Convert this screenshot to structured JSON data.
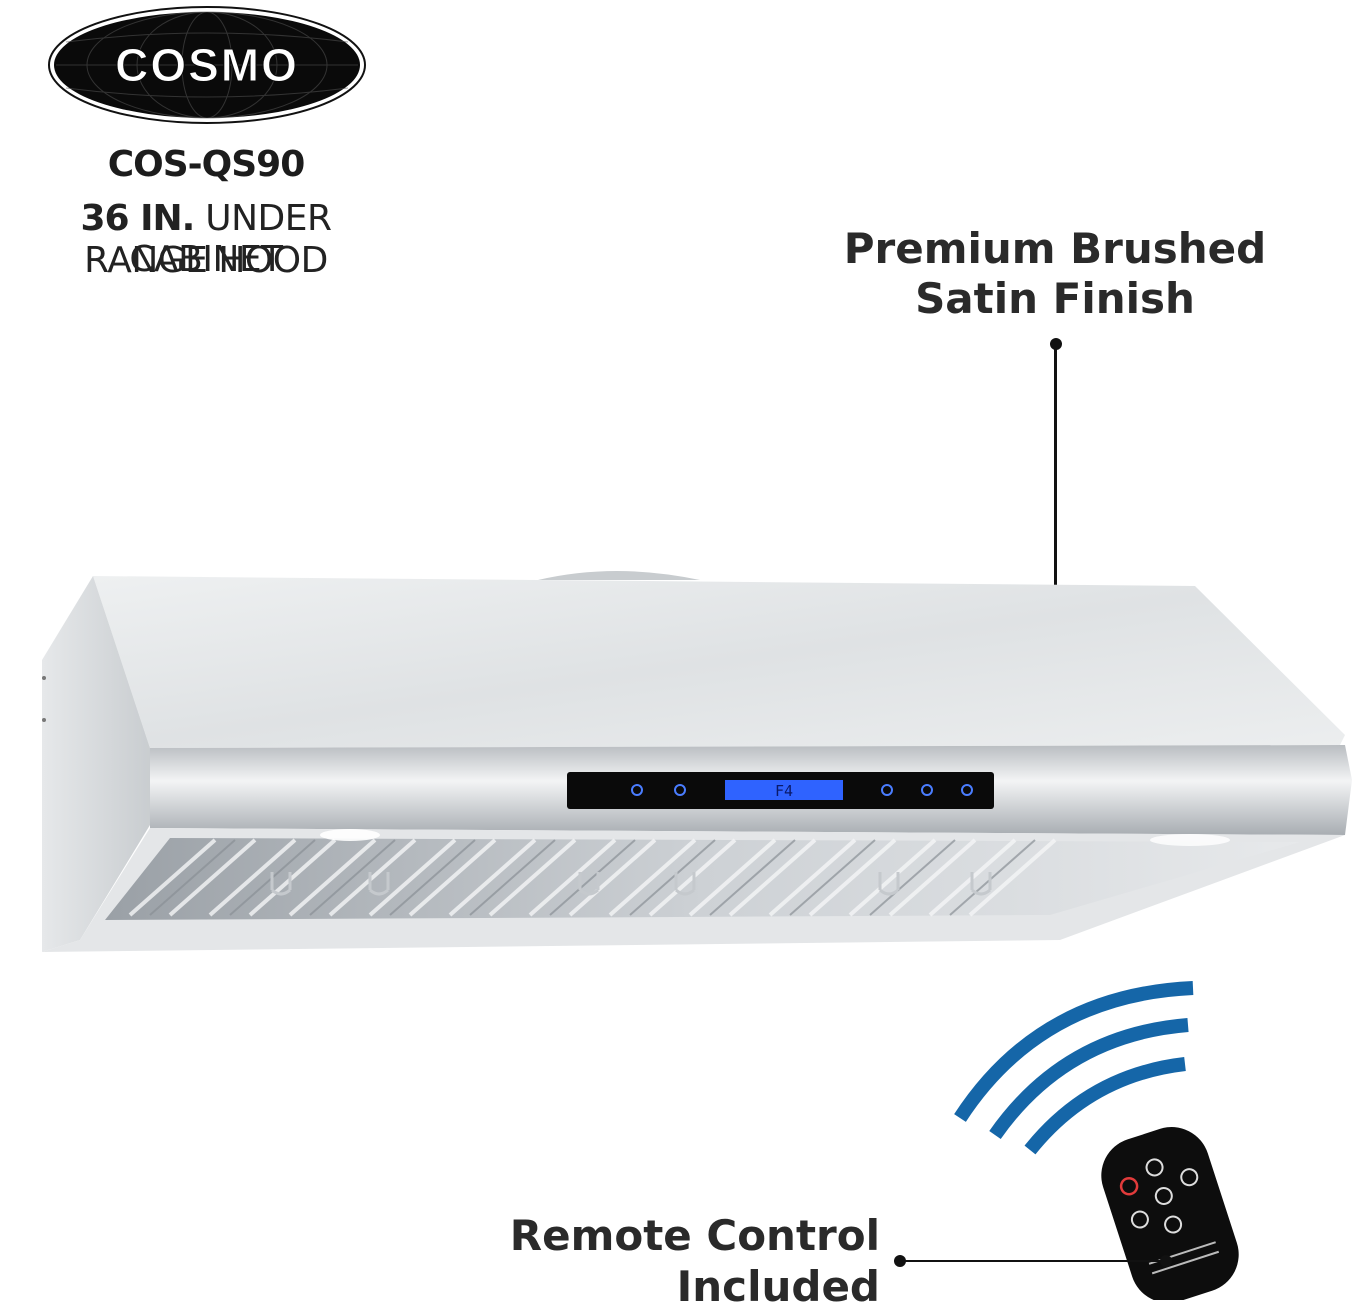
{
  "brand": {
    "name": "COSMO"
  },
  "product": {
    "model": "COS-QS90",
    "size": "36 IN.",
    "type_line1": "UNDER CABINET",
    "type_line2": "RANGE HOOD"
  },
  "callouts": {
    "finish": {
      "line1": "Premium Brushed",
      "line2": "Satin Finish"
    },
    "remote": {
      "line1": "Remote Control",
      "line2": "Included"
    }
  },
  "control_panel": {
    "display_text": "F4"
  },
  "colors": {
    "signal_blue": "#1566a8",
    "logo_black": "#0a0a0a",
    "display_blue": "#2f63ff",
    "steel": "#d9dcdf"
  }
}
